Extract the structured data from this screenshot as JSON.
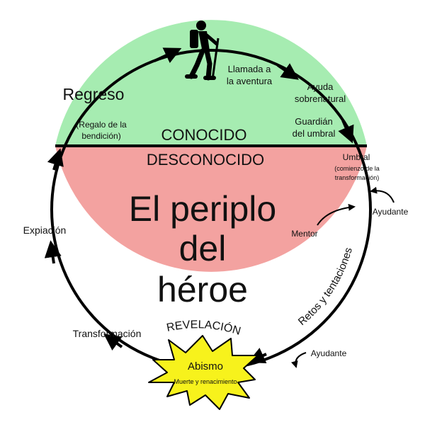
{
  "title_lines": [
    "El periplo",
    "del",
    "héroe"
  ],
  "zones": {
    "known": "CONOCIDO",
    "unknown": "DESCONOCIDO"
  },
  "stages": {
    "call": [
      "Llamada a",
      "la aventura"
    ],
    "aid": [
      "Ayuda",
      "sobrenatural"
    ],
    "guardian": [
      "Guardián",
      "del umbral"
    ],
    "threshold": "Umbral",
    "threshold_note": [
      "(comienzo de la",
      "transformación)"
    ],
    "helper_top": "Ayudante",
    "mentor": "Mentor",
    "trials": "Retos y tentaciones",
    "helper_bottom": "Ayudante",
    "abyss": "Abismo",
    "abyss_note": "Muerte y renacimiento",
    "revelation": "REVELACIÓN",
    "transformation": "Transformación",
    "atonement": "Expiación",
    "return": "Regreso",
    "return_note": [
      "(Regalo de la",
      "bendición)"
    ]
  },
  "colors": {
    "known": "#a6ecb1",
    "unknown": "#f3a2a0",
    "abyss": "#f7f21c",
    "stroke": "#000000"
  },
  "icon": "hiker-icon"
}
